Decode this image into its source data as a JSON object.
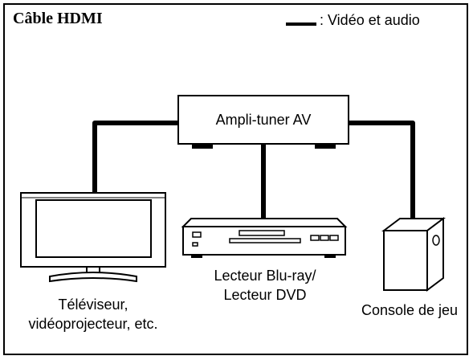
{
  "title": "Câble HDMI",
  "legend": {
    "label": ": Vidéo et audio"
  },
  "devices": {
    "receiver": "Ampli-tuner AV",
    "tv": [
      "Téléviseur,",
      "vidéoprojecteur, etc."
    ],
    "player": [
      "Lecteur Blu-ray/",
      "Lecteur DVD"
    ],
    "console": "Console de jeu"
  },
  "colors": {
    "cable": "#000000",
    "device_fill": "#ffffff",
    "screen": "#ffffff"
  }
}
